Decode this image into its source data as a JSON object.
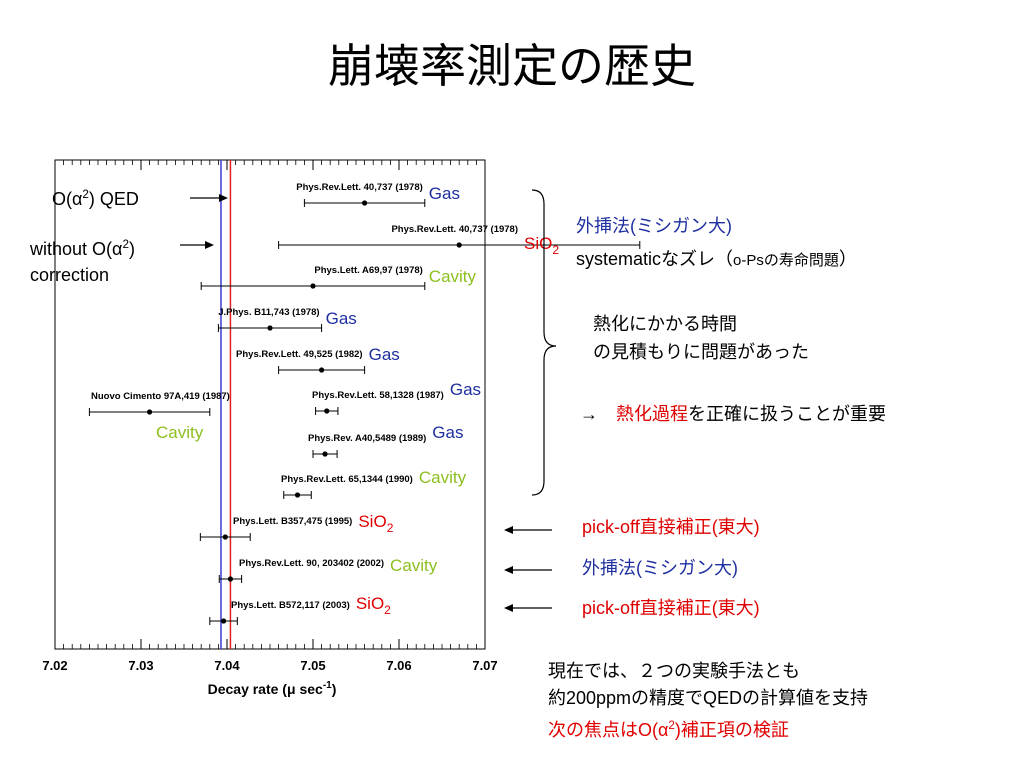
{
  "slide_title": "崩壊率測定の歴史",
  "chart_data": {
    "type": "scatter",
    "xlabel_main": "Decay rate (",
    "xlabel_mu": "μ",
    "xlabel_unit": " sec",
    "xlabel_exp": "-1",
    "xlabel_close": ")",
    "xlim": [
      7.02,
      7.07
    ],
    "xticks": [
      "7.02",
      "7.03",
      "7.04",
      "7.05",
      "7.06",
      "7.07"
    ],
    "theory_lines": [
      {
        "x": 7.0393,
        "color": "#3b3bd6"
      },
      {
        "x": 7.0404,
        "color": "#e02020"
      }
    ],
    "measurements": [
      {
        "ref": "Phys.Rev.Lett. 40,737 (1978)",
        "value": 7.056,
        "err": 0.007,
        "method": "Gas",
        "method_color": "#1f2fa0"
      },
      {
        "ref": "Phys.Rev.Lett. 40,737 (1978)",
        "value": 7.067,
        "err": 0.021,
        "method": "SiO2",
        "method_color": "#e00000"
      },
      {
        "ref": "Phys.Lett. A69,97 (1978)",
        "value": 7.05,
        "err": 0.013,
        "method": "Cavity",
        "method_color": "#8cbf1f"
      },
      {
        "ref": "J.Phys. B11,743 (1978)",
        "value": 7.045,
        "err": 0.006,
        "method": "Gas",
        "method_color": "#1f2fa0"
      },
      {
        "ref": "Phys.Rev.Lett. 49,525 (1982)",
        "value": 7.051,
        "err": 0.005,
        "method": "Gas",
        "method_color": "#1f2fa0"
      },
      {
        "ref": "Nuovo Cimento 97A,419 (1987)",
        "value": 7.031,
        "err": 0.007,
        "method": "Cavity",
        "method_color": "#8cbf1f"
      },
      {
        "ref": "Phys.Rev.Lett. 58,1328 (1987)",
        "value": 7.0516,
        "err": 0.0013,
        "method": "Gas",
        "method_color": "#1f2fa0"
      },
      {
        "ref": "Phys.Rev. A40,5489 (1989)",
        "value": 7.0514,
        "err": 0.0014,
        "method": "Gas",
        "method_color": "#1f2fa0"
      },
      {
        "ref": "Phys.Rev.Lett. 65,1344 (1990)",
        "value": 7.0482,
        "err": 0.0016,
        "method": "Cavity",
        "method_color": "#8cbf1f"
      },
      {
        "ref": "Phys.Lett. B357,475 (1995)",
        "value": 7.0398,
        "err": 0.0029,
        "method": "SiO2",
        "method_color": "#e00000"
      },
      {
        "ref": "Phys.Rev.Lett. 90, 203402 (2002)",
        "value": 7.0404,
        "err": 0.0013,
        "method": "Cavity",
        "method_color": "#8cbf1f"
      },
      {
        "ref": "Phys.Lett. B572,117 (2003)",
        "value": 7.0396,
        "err": 0.0016,
        "method": "SiO2",
        "method_color": "#e00000"
      }
    ]
  },
  "left_labels": {
    "qed_a": "O(α",
    "qed_sup": "2",
    "qed_b": ") QED",
    "wo_a": "without O(α",
    "wo_sup": "2",
    "wo_b": ")",
    "wo_line2": "correction"
  },
  "notes": {
    "extrap_label": "外挿法(ミシガン大)",
    "systematic_a": "systematicなズレ（",
    "systematic_b": "o-Psの寿命問題",
    "systematic_c": "）",
    "thermal_1": "熱化にかかる時間",
    "thermal_2": "の見積もりに問題があった",
    "arrow": "→",
    "important_red": "熱化過程",
    "important_rest": "を正確に扱うことが重要",
    "pickoff_1": "pick-off直接補正(東大)",
    "extrap_2": "外挿法(ミシガン大)",
    "pickoff_2": "pick-off直接補正(東大)"
  },
  "footer": {
    "line1": "現在では、２つの実験手法とも",
    "line2": "約200ppmの精度でQEDの計算値を支持",
    "line3_a": "次の焦点はO(α",
    "line3_sup": "2",
    "line3_b": ")補正項の検証"
  }
}
